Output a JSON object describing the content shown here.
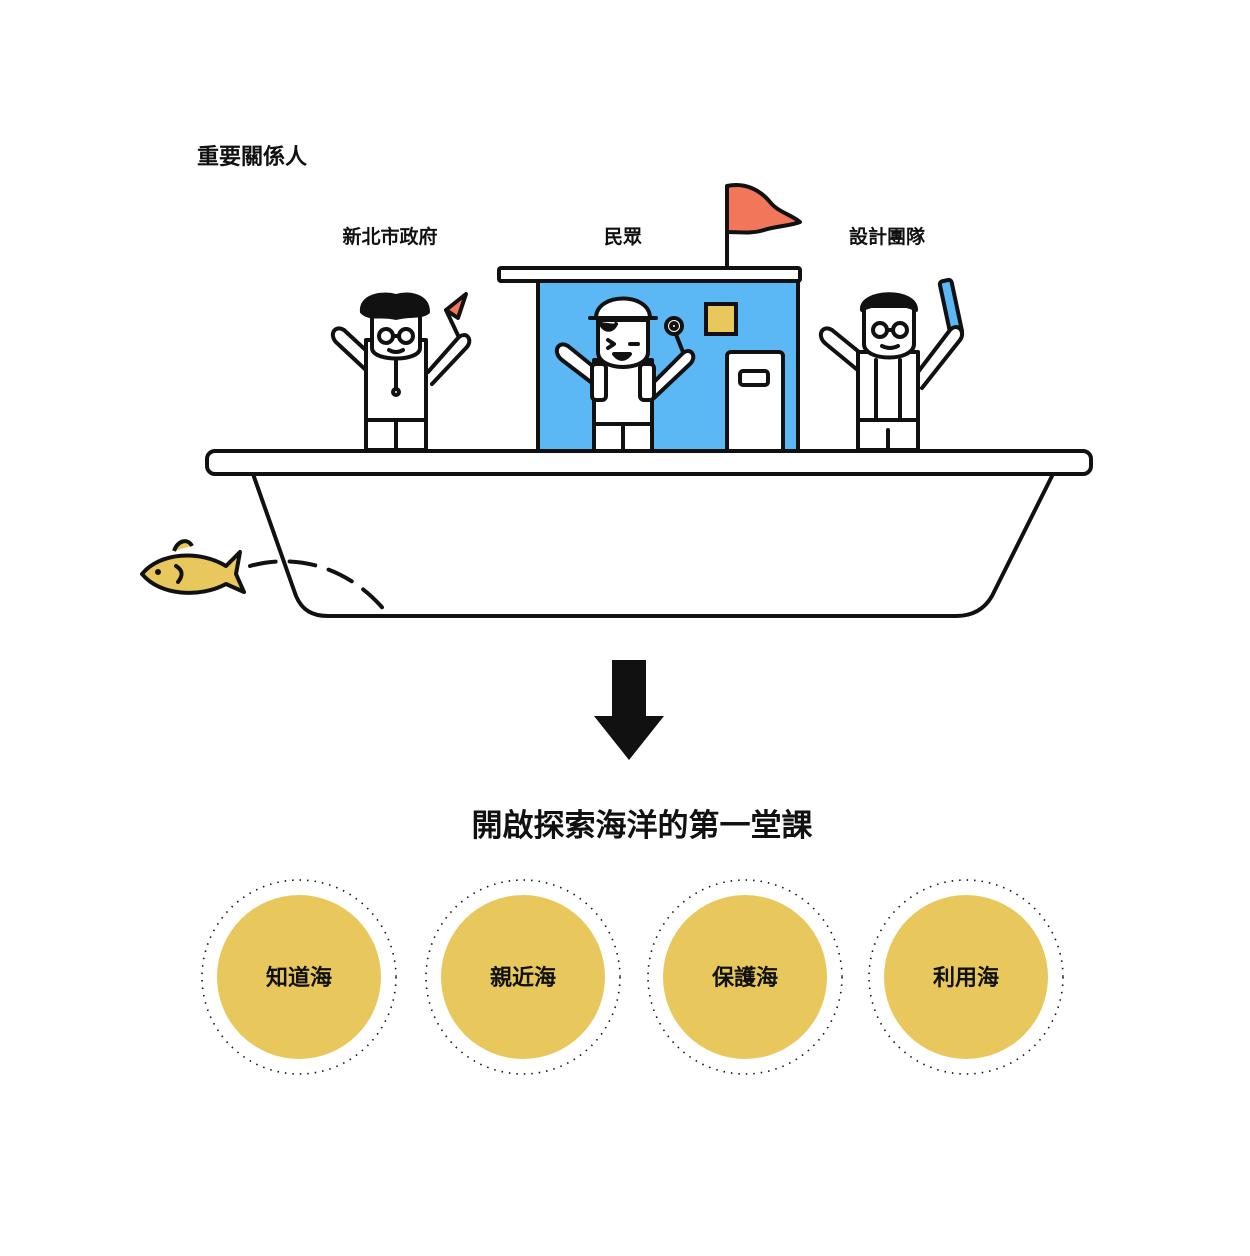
{
  "section_title": "重要關係人",
  "stakeholders": [
    {
      "label": "新北市政府"
    },
    {
      "label": "民眾"
    },
    {
      "label": "設計團隊"
    }
  ],
  "headline": "開啟探索海洋的第一堂課",
  "circles": [
    {
      "label": "知道海"
    },
    {
      "label": "親近海"
    },
    {
      "label": "保護海"
    },
    {
      "label": "利用海"
    }
  ],
  "colors": {
    "ink": "#111111",
    "cabin_blue": "#5bb8f5",
    "flag_orange": "#f2765a",
    "gold": "#e8c85c",
    "window_gold": "#e8c85c",
    "white": "#ffffff"
  },
  "icons": [
    "boat-hull",
    "cabin",
    "flag",
    "fish",
    "down-arrow",
    "person-government",
    "person-public",
    "person-design-team"
  ]
}
